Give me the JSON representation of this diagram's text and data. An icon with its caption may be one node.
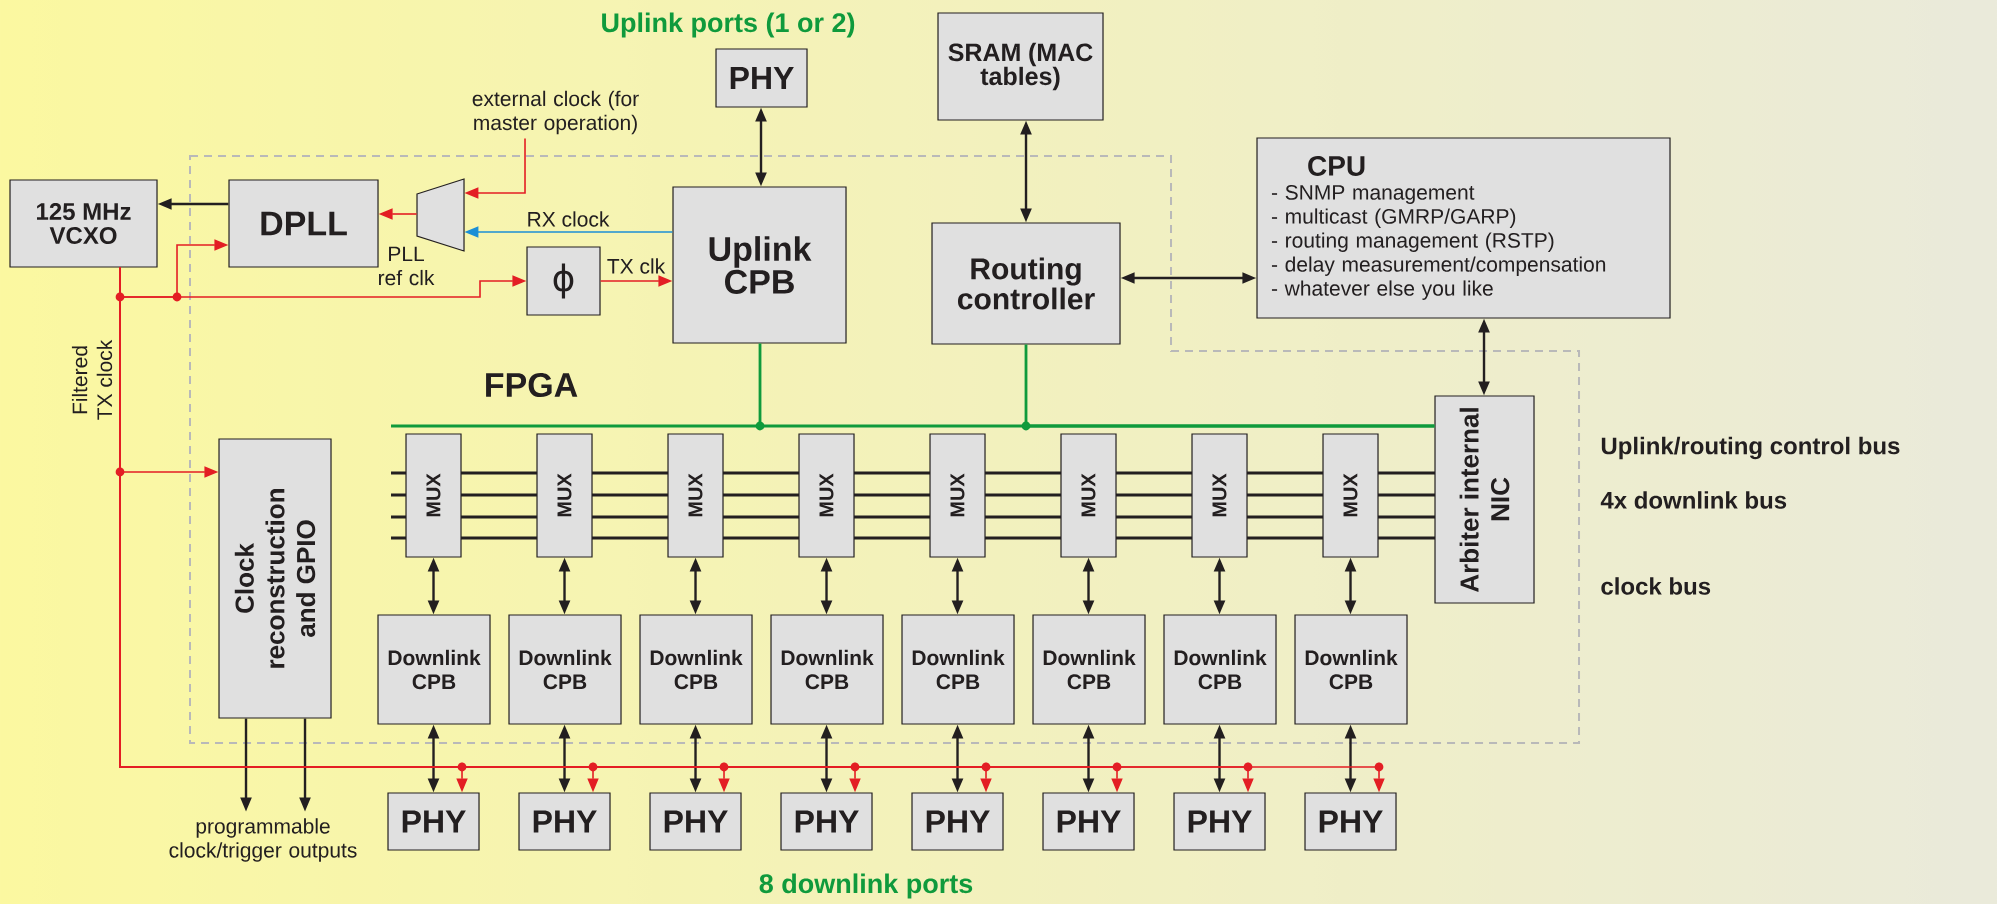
{
  "diagram": {
    "nodes": [
      {
        "text": [
          "FPGA"
        ]
      },
      {
        "text": [
          "external clock (for master operation)"
        ]
      },
      {
        "text": [
          "PHY"
        ]
      },
      {
        "text": [
          "SRAM (MAC tables)"
        ]
      },
      {
        "text": [
          "CPU",
          "- SNMP management",
          "- multicast (GMRP/GARP)",
          "- routing management (RSTP)",
          "- delay measurement/compensation",
          "- whatever else you like"
        ]
      },
      {
        "text": [
          "125 MHz VCXO"
        ]
      },
      {
        "text": [
          "DPLL"
        ],
        "in": 0
      },
      {
        "text": [],
        "shape": "trapezoid",
        "beside": [
          "PLL ref clk"
        ],
        "in": 0
      },
      {
        "text": [
          "ϕ"
        ],
        "in": 0
      },
      {
        "text": [
          "Uplink CPB"
        ],
        "in": 0
      },
      {
        "text": [
          "Routing controller"
        ],
        "in": 0
      },
      {
        "text": [
          "Arbiter internal NIC"
        ],
        "in": 0
      },
      {
        "text": [
          "Clock reconstruction and GPIO"
        ],
        "in": 0
      },
      {
        "text": [
          "MUX"
        ],
        "in": 0
      },
      {
        "text": [
          "MUX"
        ],
        "in": 0
      },
      {
        "text": [
          "MUX"
        ],
        "in": 0
      },
      {
        "text": [
          "MUX"
        ],
        "in": 0
      },
      {
        "text": [
          "MUX"
        ],
        "in": 0
      },
      {
        "text": [
          "MUX"
        ],
        "in": 0
      },
      {
        "text": [
          "MUX"
        ],
        "in": 0
      },
      {
        "text": [
          "MUX"
        ],
        "in": 0
      },
      {
        "text": [
          "Downlink CPB"
        ],
        "in": 0
      },
      {
        "text": [
          "Downlink CPB"
        ],
        "in": 0
      },
      {
        "text": [
          "Downlink CPB"
        ],
        "in": 0
      },
      {
        "text": [
          "Downlink CPB"
        ],
        "in": 0
      },
      {
        "text": [
          "Downlink CPB"
        ],
        "in": 0
      },
      {
        "text": [
          "Downlink CPB"
        ],
        "in": 0
      },
      {
        "text": [
          "Downlink CPB"
        ],
        "in": 0
      },
      {
        "text": [
          "Downlink CPB"
        ],
        "in": 0
      },
      {
        "text": [
          "PHY"
        ]
      },
      {
        "text": [
          "PHY"
        ]
      },
      {
        "text": [
          "PHY"
        ]
      },
      {
        "text": [
          "PHY"
        ]
      },
      {
        "text": [
          "PHY"
        ]
      },
      {
        "text": [
          "PHY"
        ]
      },
      {
        "text": [
          "PHY"
        ]
      },
      {
        "text": [
          "PHY"
        ]
      },
      {
        "text": [
          "programmable clock/trigger outputs"
        ]
      }
    ],
    "edges": [
      {
        "from": 6,
        "to": 5,
        "arrow": "to"
      },
      {
        "from": 7,
        "to": 6,
        "arrow": "to",
        "color": "#e31e24"
      },
      {
        "from": 1,
        "to": 7,
        "arrow": "to",
        "color": "#e31e24"
      },
      {
        "from": 9,
        "to": 7,
        "arrow": "to",
        "label": "RX clock",
        "color": "#1b8fd6"
      },
      {
        "from": 5,
        "to": 6,
        "arrow": "to",
        "color": "#e31e24"
      },
      {
        "from": 5,
        "to": 8,
        "arrow": "to",
        "color": "#e31e24"
      },
      {
        "from": 8,
        "to": 9,
        "arrow": "to",
        "label": "TX clk",
        "color": "#e31e24"
      },
      {
        "from": 5,
        "to": 12,
        "arrow": "to",
        "label": "Filtered TX clock",
        "color": "#e31e24"
      },
      {
        "from": 2,
        "to": 9,
        "arrow": "both"
      },
      {
        "from": 3,
        "to": 10,
        "arrow": "both"
      },
      {
        "from": 10,
        "to": 4,
        "arrow": "both"
      },
      {
        "from": 4,
        "to": 11,
        "arrow": "both"
      },
      {
        "from": 9,
        "to": 11,
        "arrow": "none",
        "color": "#0f9a3c"
      },
      {
        "from": 10,
        "to": 11,
        "arrow": "none",
        "color": "#0f9a3c"
      },
      {
        "from": 12,
        "to": 37,
        "arrow": "to"
      },
      {
        "from": 12,
        "to": 37,
        "arrow": "to"
      },
      {
        "from": 13,
        "to": 21,
        "arrow": "both"
      },
      {
        "from": 14,
        "to": 22,
        "arrow": "both"
      },
      {
        "from": 15,
        "to": 23,
        "arrow": "both"
      },
      {
        "from": 16,
        "to": 24,
        "arrow": "both"
      },
      {
        "from": 17,
        "to": 25,
        "arrow": "both"
      },
      {
        "from": 18,
        "to": 26,
        "arrow": "both"
      },
      {
        "from": 19,
        "to": 27,
        "arrow": "both"
      },
      {
        "from": 20,
        "to": 28,
        "arrow": "both"
      },
      {
        "from": 21,
        "to": 29,
        "arrow": "both"
      },
      {
        "from": 22,
        "to": 30,
        "arrow": "both"
      },
      {
        "from": 23,
        "to": 31,
        "arrow": "both"
      },
      {
        "from": 24,
        "to": 32,
        "arrow": "both"
      },
      {
        "from": 25,
        "to": 33,
        "arrow": "both"
      },
      {
        "from": 26,
        "to": 34,
        "arrow": "both"
      },
      {
        "from": 27,
        "to": 35,
        "arrow": "both"
      },
      {
        "from": 28,
        "to": 36,
        "arrow": "both"
      },
      {
        "from": 5,
        "to": 29,
        "arrow": "to",
        "color": "#e31e24"
      },
      {
        "from": 5,
        "to": 30,
        "arrow": "to",
        "color": "#e31e24"
      },
      {
        "from": 5,
        "to": 31,
        "arrow": "to",
        "color": "#e31e24"
      },
      {
        "from": 5,
        "to": 32,
        "arrow": "to",
        "color": "#e31e24"
      },
      {
        "from": 5,
        "to": 33,
        "arrow": "to",
        "color": "#e31e24"
      },
      {
        "from": 5,
        "to": 34,
        "arrow": "to",
        "color": "#e31e24"
      },
      {
        "from": 5,
        "to": 35,
        "arrow": "to",
        "color": "#e31e24"
      },
      {
        "from": 5,
        "to": 36,
        "arrow": "to",
        "color": "#e31e24"
      }
    ],
    "labels": [
      "Uplink ports (1 or 2)",
      "Uplink/routing control bus",
      "4x downlink bus",
      "clock bus",
      "8 downlink ports"
    ]
  }
}
